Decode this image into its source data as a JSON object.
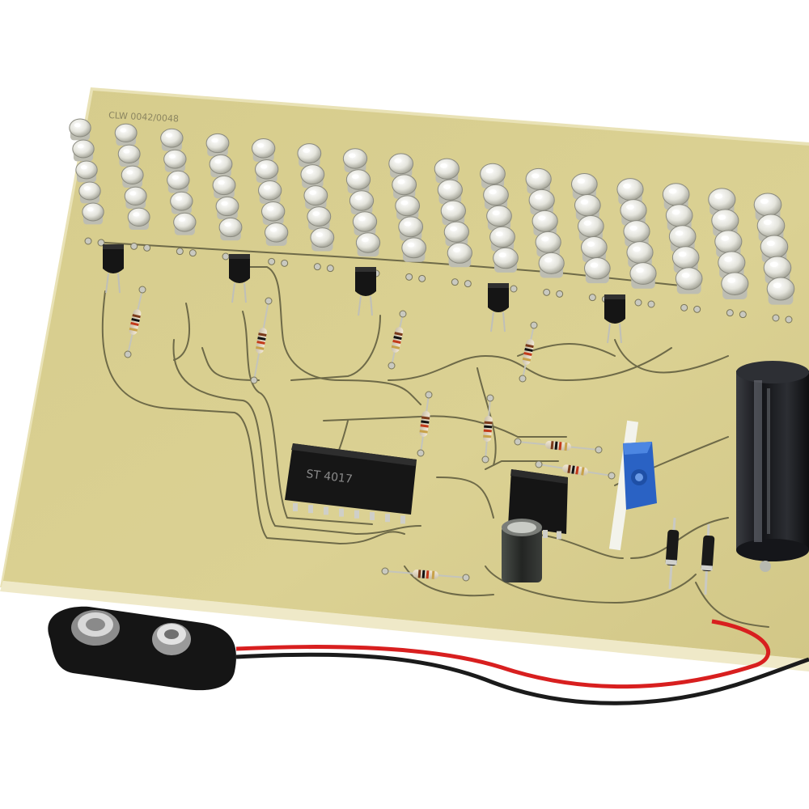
{
  "photo": {
    "subject": "assembled LED flasher circuit board with 9V battery snap",
    "board_silkscreen": "CLW 0042/0048",
    "ic_marking": "ST 4017",
    "colors": {
      "background": "#ffffff",
      "board": "#d9cf8f",
      "board_edge": "#cfc48a",
      "trace": "#6e6a48",
      "led_clear": "#e6e6e0",
      "transistor": "#1a1a1a",
      "capacitor_body": "#1e1f22",
      "potentiometer": "#2a62c4",
      "wire_red": "#d81f1f",
      "wire_black": "#1b1b1b"
    },
    "led_count": 80,
    "transistor_count": 5,
    "ic_count": 2,
    "diode_count": 2,
    "icons": [
      "led-icon",
      "transistor-icon",
      "resistor-icon",
      "ic-chip-icon",
      "capacitor-icon",
      "potentiometer-icon",
      "battery-snap-icon"
    ]
  }
}
